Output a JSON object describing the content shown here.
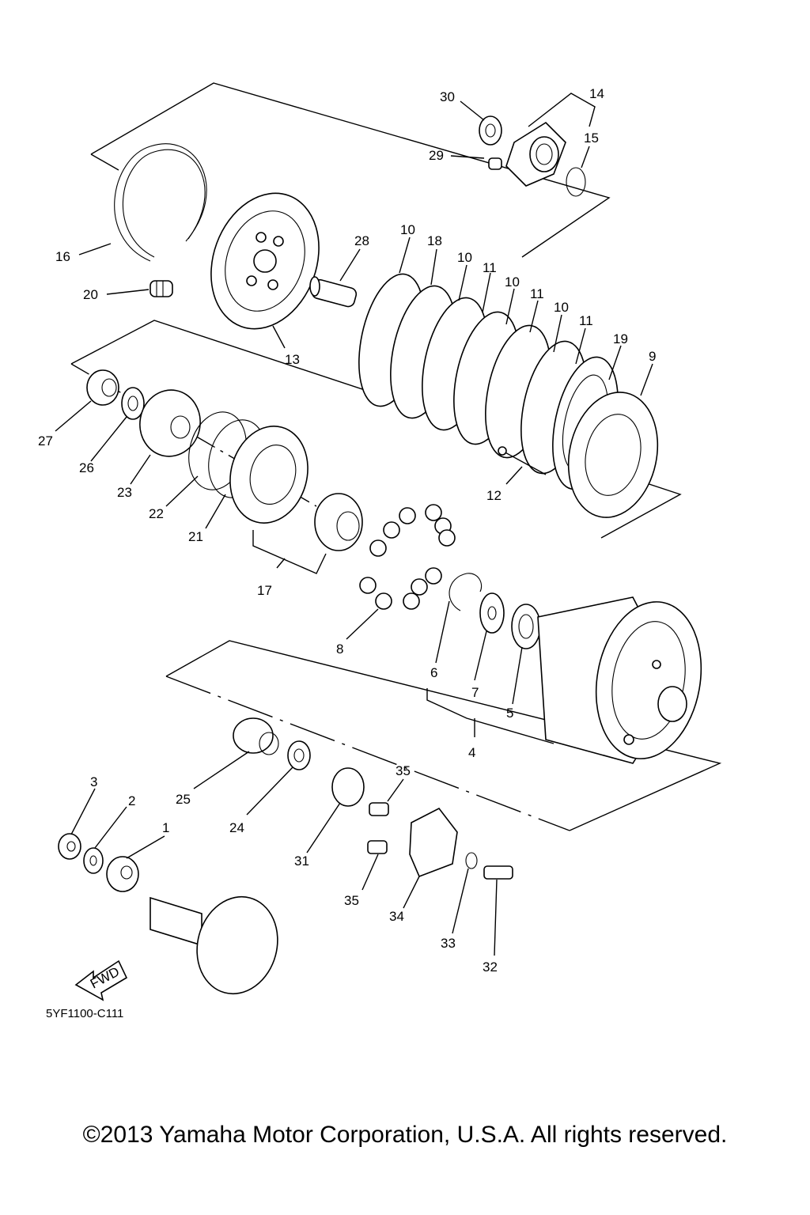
{
  "diagram": {
    "callouts": {
      "p1": "1",
      "p2": "2",
      "p3": "3",
      "p4": "4",
      "p5": "5",
      "p6": "6",
      "p7": "7",
      "p8": "8",
      "p9": "9",
      "p10a": "10",
      "p10b": "10",
      "p10c": "10",
      "p10d": "10",
      "p11a": "11",
      "p11b": "11",
      "p11c": "11",
      "p12": "12",
      "p13": "13",
      "p14": "14",
      "p15": "15",
      "p16": "16",
      "p17": "17",
      "p18": "18",
      "p19": "19",
      "p20": "20",
      "p21": "21",
      "p22": "22",
      "p23": "23",
      "p24": "24",
      "p25": "25",
      "p26": "26",
      "p27": "27",
      "p28": "28",
      "p29": "29",
      "p30": "30",
      "p31": "31",
      "p32": "32",
      "p33": "33",
      "p34": "34",
      "p35a": "35",
      "p35b": "35"
    },
    "fwd_label": "FWD",
    "drawing_code": "5YF1100-C111"
  },
  "footer": {
    "copyright": "©2013 Yamaha Motor Corporation, U.S.A. All rights reserved."
  }
}
